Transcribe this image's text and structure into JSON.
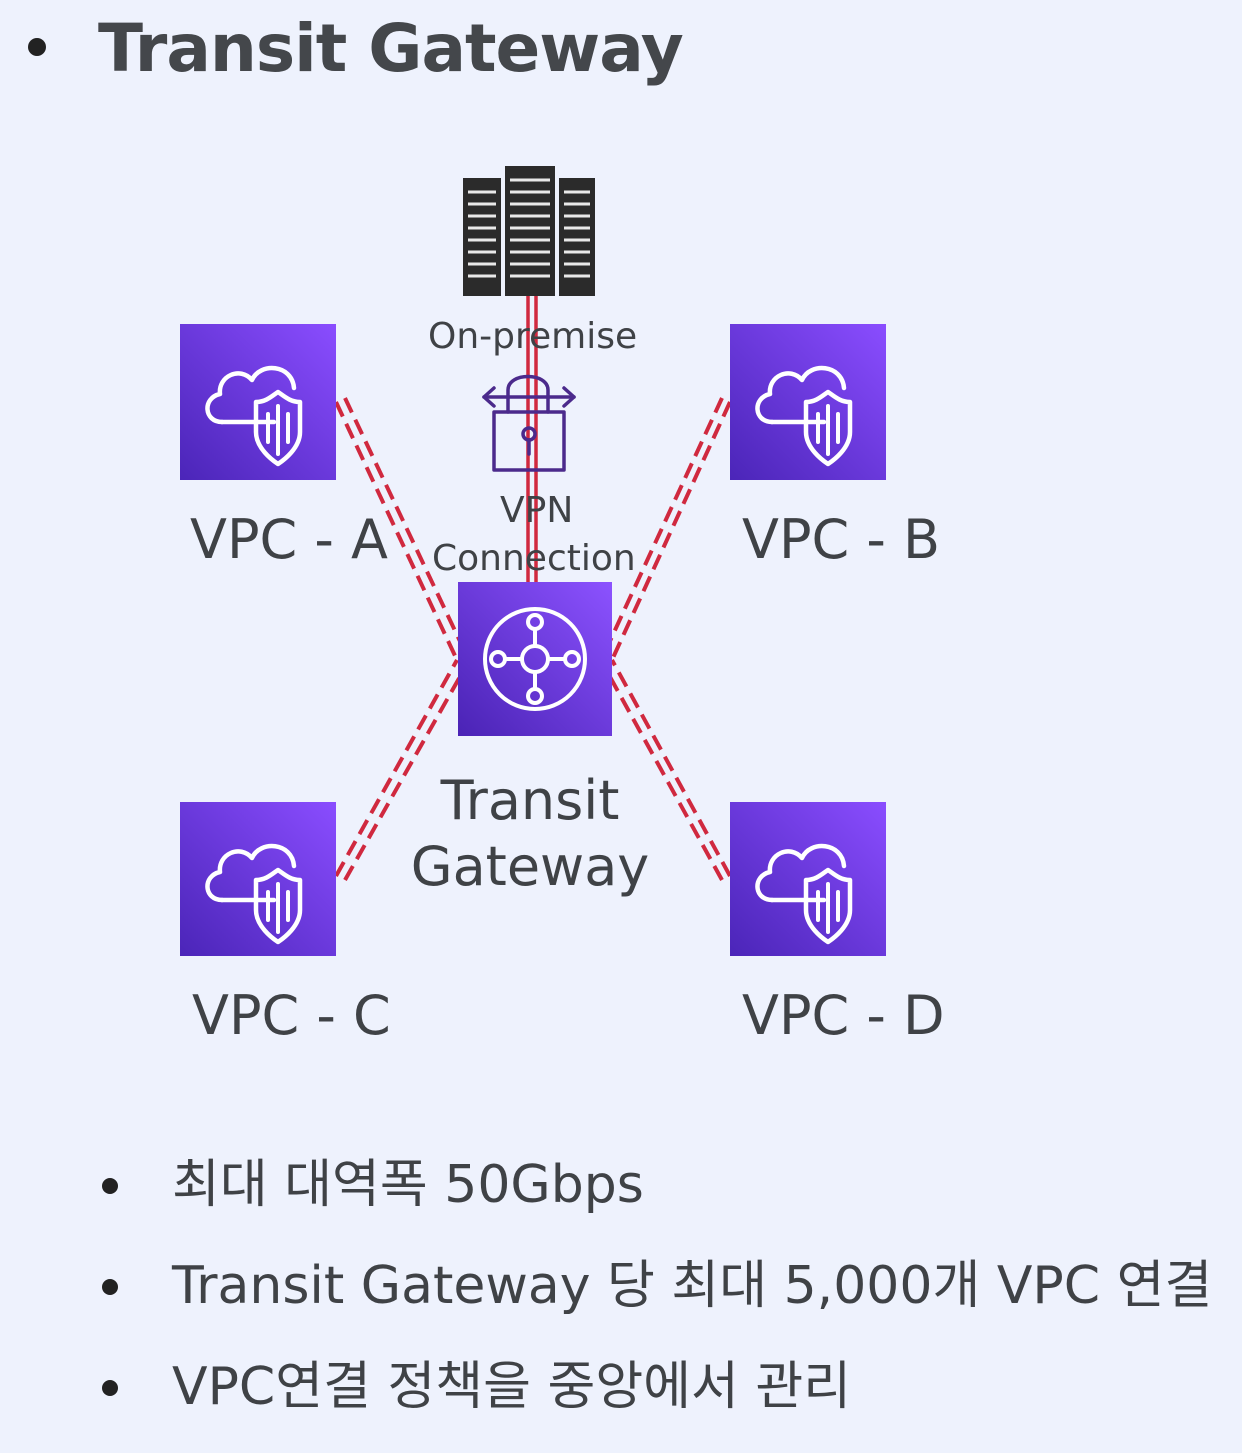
{
  "title": "Transit Gateway",
  "diagram": {
    "on_premise_label": "On-premise",
    "vpn_label_line1": "VPN",
    "vpn_label_line2": "Connection",
    "tgw_label_line1": "Transit",
    "tgw_label_line2": "Gateway",
    "vpcs": [
      {
        "id": "a",
        "label": "VPC - A"
      },
      {
        "id": "b",
        "label": "VPC - B"
      },
      {
        "id": "c",
        "label": "VPC - C"
      },
      {
        "id": "d",
        "label": "VPC - D"
      }
    ],
    "colors": {
      "vpc_tile": "#7b3fe4",
      "tgw_tile": "#6a2fd8",
      "connection_line": "#d0293f",
      "server": "#2b2b2b",
      "vpn_icon": "#4b2a8c"
    },
    "icons": {
      "vpc": "cloud-shield-icon",
      "tgw": "hub-network-icon",
      "server": "server-rack-icon",
      "vpn": "padlock-arrows-icon"
    }
  },
  "bullets": [
    "최대 대역폭 50Gbps",
    "Transit Gateway 당 최대 5,000개 VPC 연결",
    "VPC연결 정책을 중앙에서 관리"
  ]
}
